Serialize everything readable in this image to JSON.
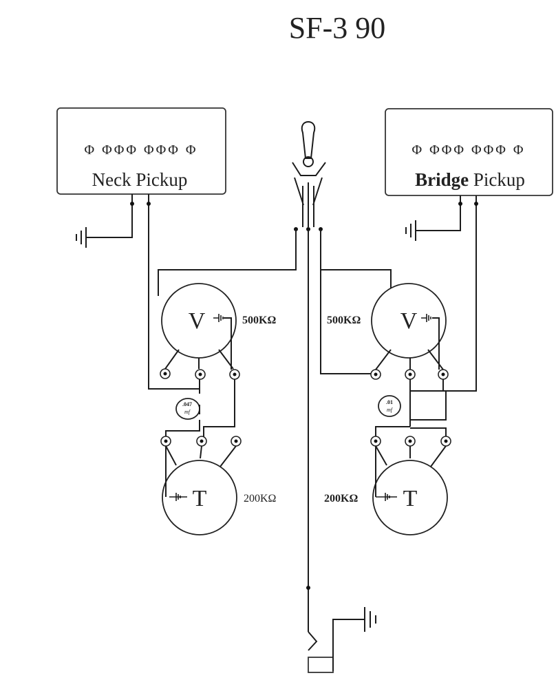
{
  "title": "SF-3  90",
  "neck_pickup": {
    "label": "Neck Pickup",
    "pole_row": "Φ ΦΦΦ ΦΦΦ Φ"
  },
  "bridge_pickup": {
    "label_bold": "Bridge",
    "label_rest": " Pickup",
    "pole_row": "Φ ΦΦΦ ΦΦΦ Φ"
  },
  "neck_volume": {
    "letter": "V",
    "value": "500KΩ"
  },
  "neck_tone": {
    "letter": "T",
    "value": "200KΩ"
  },
  "bridge_volume": {
    "letter": "V",
    "value": "500KΩ"
  },
  "bridge_tone": {
    "letter": "T",
    "value": "200KΩ"
  },
  "neck_cap": {
    "line1": ".047",
    "line2": "mf"
  },
  "bridge_cap": {
    "line1": ".01",
    "line2": "mf"
  }
}
